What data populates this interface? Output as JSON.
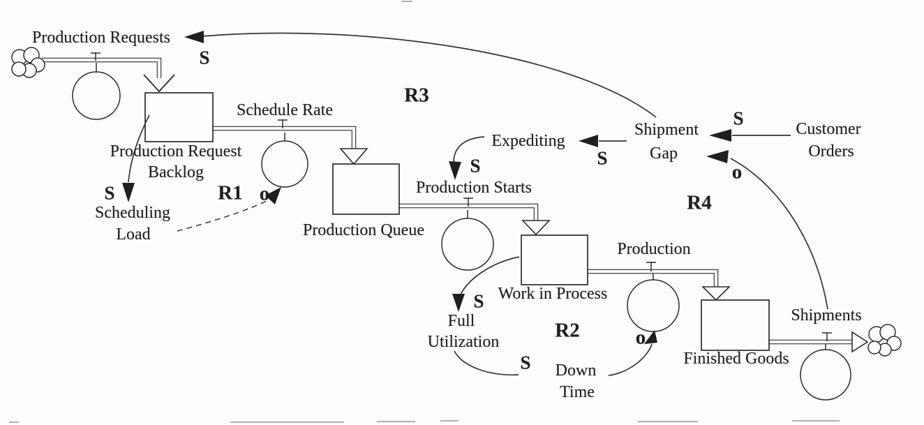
{
  "figure": {
    "type": "system-dynamics-stock-and-flow-diagram",
    "colors": {
      "ink": "#1f1f1f",
      "background": "#fdfdfb"
    },
    "stocks": [
      {
        "label_lines": [
          "Production Request",
          "Backlog"
        ]
      },
      {
        "label_lines": [
          "Production Queue"
        ]
      },
      {
        "label_lines": [
          "Work in Process"
        ]
      },
      {
        "label_lines": [
          "Finished Goods"
        ]
      }
    ],
    "flows": [
      {
        "label": "Production Requests"
      },
      {
        "label": "Schedule Rate"
      },
      {
        "label": "Production Starts"
      },
      {
        "label": "Production"
      },
      {
        "label": "Shipments"
      }
    ],
    "variables": [
      {
        "label_lines": [
          "Scheduling",
          "Load"
        ]
      },
      {
        "label_lines": [
          "Expediting"
        ]
      },
      {
        "label_lines": [
          "Shipment",
          "Gap"
        ]
      },
      {
        "label_lines": [
          "Customer",
          "Orders"
        ]
      },
      {
        "label_lines": [
          "Full",
          "Utilization"
        ]
      },
      {
        "label_lines": [
          "Down",
          "Time"
        ]
      }
    ],
    "loop_labels": [
      "R1",
      "R2",
      "R3",
      "R4"
    ],
    "polarity": {
      "s": "S",
      "o": "o"
    }
  }
}
